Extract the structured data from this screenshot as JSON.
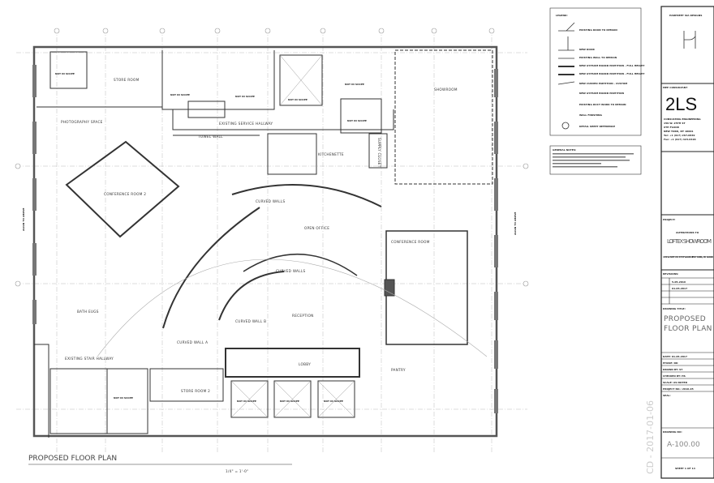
{
  "plan": {
    "title": "PROPOSED FLOOR PLAN",
    "scale": "1/4\" = 1'-0\"",
    "rooms": {
      "store_room": "STORE ROOM",
      "store_room_2": "STORE ROOM 2",
      "photography": "PHOTOGRAPHY SPACE",
      "conference_2": "CONFERENCE ROOM 2",
      "conference": "CONFERENCE ROOM",
      "bath": "BATH EUGS",
      "service_hallway": "EXISTING SERVICE HALLWAY",
      "towel_wall": "TOWEL WALL",
      "kitchenette": "KITCHENETTE",
      "supply_closet": "SUPPLY CLOSET",
      "showroom": "SHOWROOM",
      "open_office": "OPEN OFFICE",
      "curved_walls": "CURVED WALLS",
      "curved_wall_a": "CURVED WALL A",
      "curved_wall_b": "CURVED WALL B",
      "reception": "RECEPTION",
      "lobby": "LOBBY",
      "pantry": "PANTRY",
      "stair_hallway": "EXISTING STAIR HALLWAY",
      "not_in_scope": "NOT IN SCOPE",
      "align_above": "ALIGN TO ABOVE"
    }
  },
  "legend": {
    "title": "LEGEND:",
    "items": [
      "EXISTING DOOR TO REMAIN",
      "NEW DOOR",
      "EXISTING WALL TO REMAIN",
      "NEW GYPSUM BOARD PARTITION - FULL HEIGHT",
      "NEW GYPSUM BOARD PARTITION - FULL HEIGHT",
      "NEW CURVED PARTITION - CUSTOM",
      "NEW GYPSUM BOARD PARTITION",
      "EXISTING DUCT WORK TO REMAIN",
      "WALL FINISHING",
      "DETAIL SHEET REFERENCE"
    ],
    "notes_title": "GENERAL NOTES:"
  },
  "title_block": {
    "firm": "HARPREET SIA DESIGNS",
    "mep_label": "MEP CONSULTANT",
    "consultant_logo": "2LS",
    "consultant_lines": [
      "CONSULTING ENGINEERING",
      "159 W. 25TH ST",
      "6TH FLOOR",
      "NEW YORK, NY 10001",
      "Tel: +1 (917) 267-6849",
      "Fax: +1 (917) 423-6420"
    ],
    "project_label": "PROJECT:",
    "project_sub": "ALTERATIONS TO",
    "project_name": "LOFTEX SHOWROOM",
    "project_address": "134 W 40TH ST 4TH FLOOR NEW YORK, NY 10018",
    "revisions_label": "REVISIONS:",
    "revisions": [
      "5-05-2016",
      "01-05-2017",
      "",
      ""
    ],
    "drawing_title_label": "DRAWING TITLE:",
    "drawing_title": "PROPOSED FLOOR PLAN",
    "meta": [
      "DATE: 01-05-2017",
      "PHASE: DD",
      "DRAWN BY: ST",
      "CHECKED BY: HS",
      "SCALE: AS NOTED",
      "PROJECT NO.: 2016-05"
    ],
    "seal_label": "SEAL:",
    "drawing_no_label": "DRAWING NO:",
    "drawing_no": "A-100.00",
    "sheet": "SHEET 1 OF 14",
    "side_stamp": "CD - 2017-01-06"
  }
}
